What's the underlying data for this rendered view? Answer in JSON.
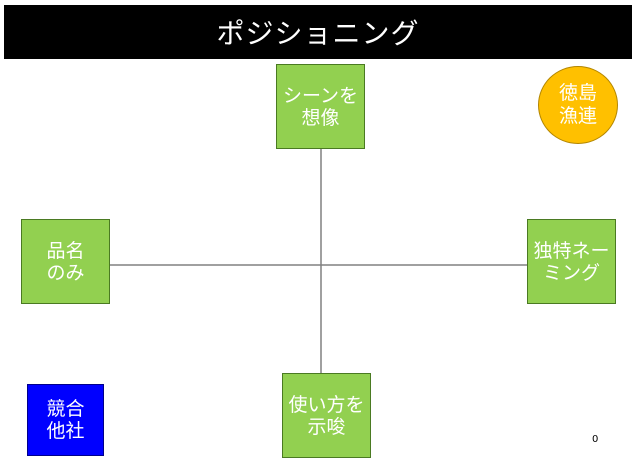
{
  "title": "ポジショニング",
  "axes": {
    "color": "#808080"
  },
  "nodes": {
    "top": {
      "line1": "シーンを",
      "line2": "想像"
    },
    "left": {
      "line1": "品名",
      "line2": "のみ"
    },
    "right": {
      "line1": "独特ネー",
      "line2": "ミング"
    },
    "bottom": {
      "line1": "使い方を",
      "line2": "示唆"
    },
    "competitor": {
      "line1": "競合",
      "line2": "他社"
    },
    "tokushima": {
      "line1": "徳島",
      "line2": "漁連"
    }
  },
  "colors": {
    "green": "#92d050",
    "blue": "#0000ff",
    "orange": "#ffc000",
    "title_bg": "#000000"
  },
  "page_number": "0"
}
